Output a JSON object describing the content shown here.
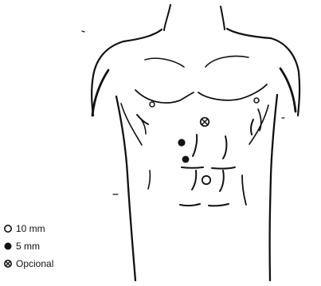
{
  "legend": {
    "items": [
      {
        "symbol": "open-circle-icon",
        "label": "10 mm"
      },
      {
        "symbol": "filled-circle-icon",
        "label": "5 mm"
      },
      {
        "symbol": "crossed-circle-icon",
        "label": "Opcional"
      }
    ]
  },
  "figure": {
    "subject": "torso-line-drawing",
    "ports": [
      {
        "type": "crossed-circle-icon",
        "meaning": "optional"
      },
      {
        "type": "filled-circle-icon",
        "meaning": "5 mm"
      },
      {
        "type": "filled-circle-icon",
        "meaning": "5 mm"
      },
      {
        "type": "open-circle-icon",
        "meaning": "10 mm"
      }
    ]
  },
  "colors": {
    "ink": "#111111",
    "background": "#ffffff"
  }
}
